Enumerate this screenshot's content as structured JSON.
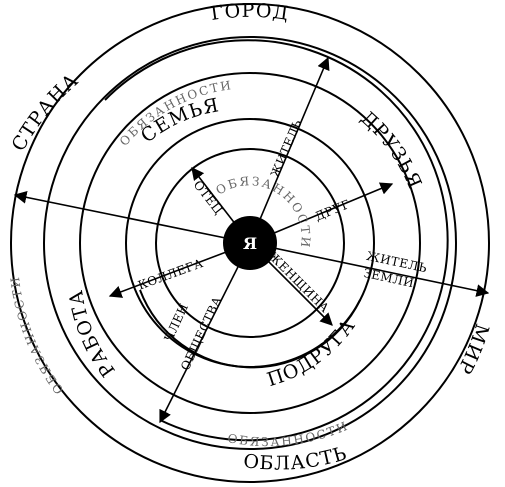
{
  "center": "Я",
  "circles": {
    "city": "ГОРОД",
    "country": "СТРАНА",
    "world": "МИР",
    "region": "ОБЛАСТЬ",
    "friends": "ДРУЗЬЯ",
    "family": "СЕМЬЯ",
    "work": "РАБОТА",
    "girlfriend": "ПОДРУГА"
  },
  "duties": "ОБЯЗАННОСТИ",
  "roles": {
    "resident": "ЖИТЕЛЬ",
    "father": "ОТЕЦ",
    "friend": "ДРУГ",
    "colleague": "КОЛЛЕГА",
    "member": "ЧЛЕН",
    "society": "ОБЩЕСТВА",
    "woman": "ЖЕНЩИНА",
    "earth_resident_1": "ЖИТЕЛЬ",
    "earth_resident_2": "ЗЕМЛИ"
  }
}
